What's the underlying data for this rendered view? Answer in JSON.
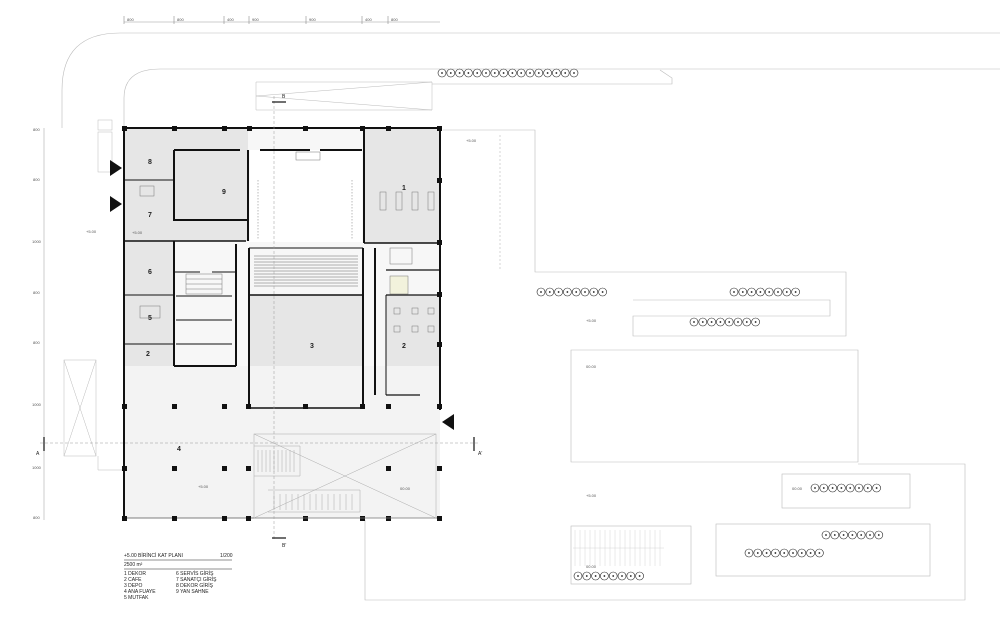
{
  "top_dimensions": [
    "800",
    "800",
    "400",
    "900",
    "900",
    "400",
    "800"
  ],
  "left_dimensions": [
    "800",
    "800",
    "1000",
    "800",
    "800",
    "1000",
    "1000",
    "800"
  ],
  "rooms": [
    {
      "id": "r8",
      "label": "8"
    },
    {
      "id": "r9",
      "label": "9"
    },
    {
      "id": "r1",
      "label": "1"
    },
    {
      "id": "r7",
      "label": "7"
    },
    {
      "id": "r6",
      "label": "6"
    },
    {
      "id": "r5",
      "label": "5"
    },
    {
      "id": "r2a",
      "label": "2"
    },
    {
      "id": "r3",
      "label": "3"
    },
    {
      "id": "r2b",
      "label": "2"
    },
    {
      "id": "r4",
      "label": "4"
    }
  ],
  "levels": {
    "l1": "+5.00",
    "l2": "+5.00",
    "l3": "+5.00",
    "l4": "+5.00",
    "l5": "+5.00",
    "l6": "00.00",
    "l7": "00.00",
    "l8": "+5.00",
    "l9": "00.00",
    "l10": "00.00"
  },
  "section_marks": {
    "a_left": "A",
    "a_right": "A'",
    "b_top": "B",
    "b_bottom": "B'"
  },
  "legend": {
    "title": "+5.00 BİRİNCİ KAT PLANI",
    "scale": "1/200",
    "area": "2500 m²",
    "items_left": [
      "1 DEKOR",
      "2 CAFE",
      "3 DEPO",
      "4 ANA FUAYE",
      "5 MUTFAK"
    ],
    "items_right": [
      "6 SERVİS GİRİŞ",
      "7 SANATÇI GİRİŞ",
      "8 DEKOR GİRİŞ",
      "9 YAN SAHNE"
    ]
  }
}
